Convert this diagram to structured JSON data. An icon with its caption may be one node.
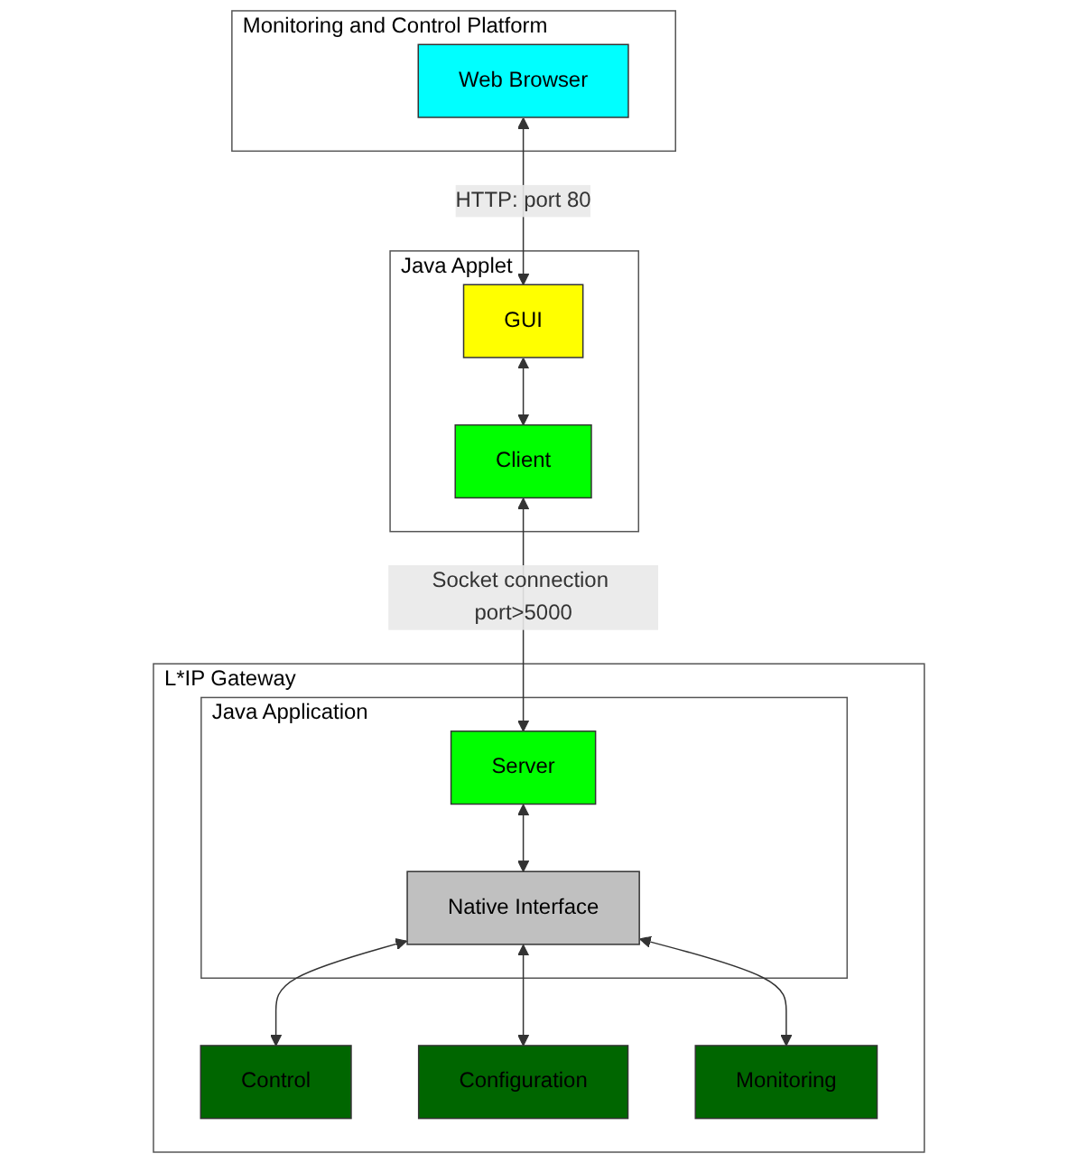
{
  "diagram": {
    "nodes": [
      {
        "text": [
          "Monitoring and Control Platform"
        ]
      },
      {
        "text": [
          "Web Browser"
        ],
        "in": 0
      },
      {
        "text": [
          "Java Applet"
        ]
      },
      {
        "text": [
          "GUI"
        ],
        "in": 2
      },
      {
        "text": [
          "Client"
        ],
        "in": 2
      },
      {
        "text": [
          "L*IP Gateway"
        ]
      },
      {
        "text": [
          "Java Application"
        ],
        "in": 5
      },
      {
        "text": [
          "Server"
        ],
        "in": 6
      },
      {
        "text": [
          "Native Interface"
        ],
        "in": 6
      },
      {
        "text": [
          "Control"
        ],
        "in": 5
      },
      {
        "text": [
          "Configuration"
        ],
        "in": 5
      },
      {
        "text": [
          "Monitoring"
        ],
        "in": 5
      }
    ],
    "edges": [
      {
        "from": 1,
        "to": 3,
        "arrow": "both",
        "label": "HTTP: port 80"
      },
      {
        "from": 3,
        "to": 4,
        "arrow": "both"
      },
      {
        "from": 4,
        "to": 7,
        "arrow": "both",
        "label": "Socket connection port>5000"
      },
      {
        "from": 7,
        "to": 8,
        "arrow": "both"
      },
      {
        "from": 8,
        "to": 9,
        "arrow": "both"
      },
      {
        "from": 8,
        "to": 10,
        "arrow": "both"
      },
      {
        "from": 8,
        "to": 11,
        "arrow": "both"
      }
    ]
  }
}
